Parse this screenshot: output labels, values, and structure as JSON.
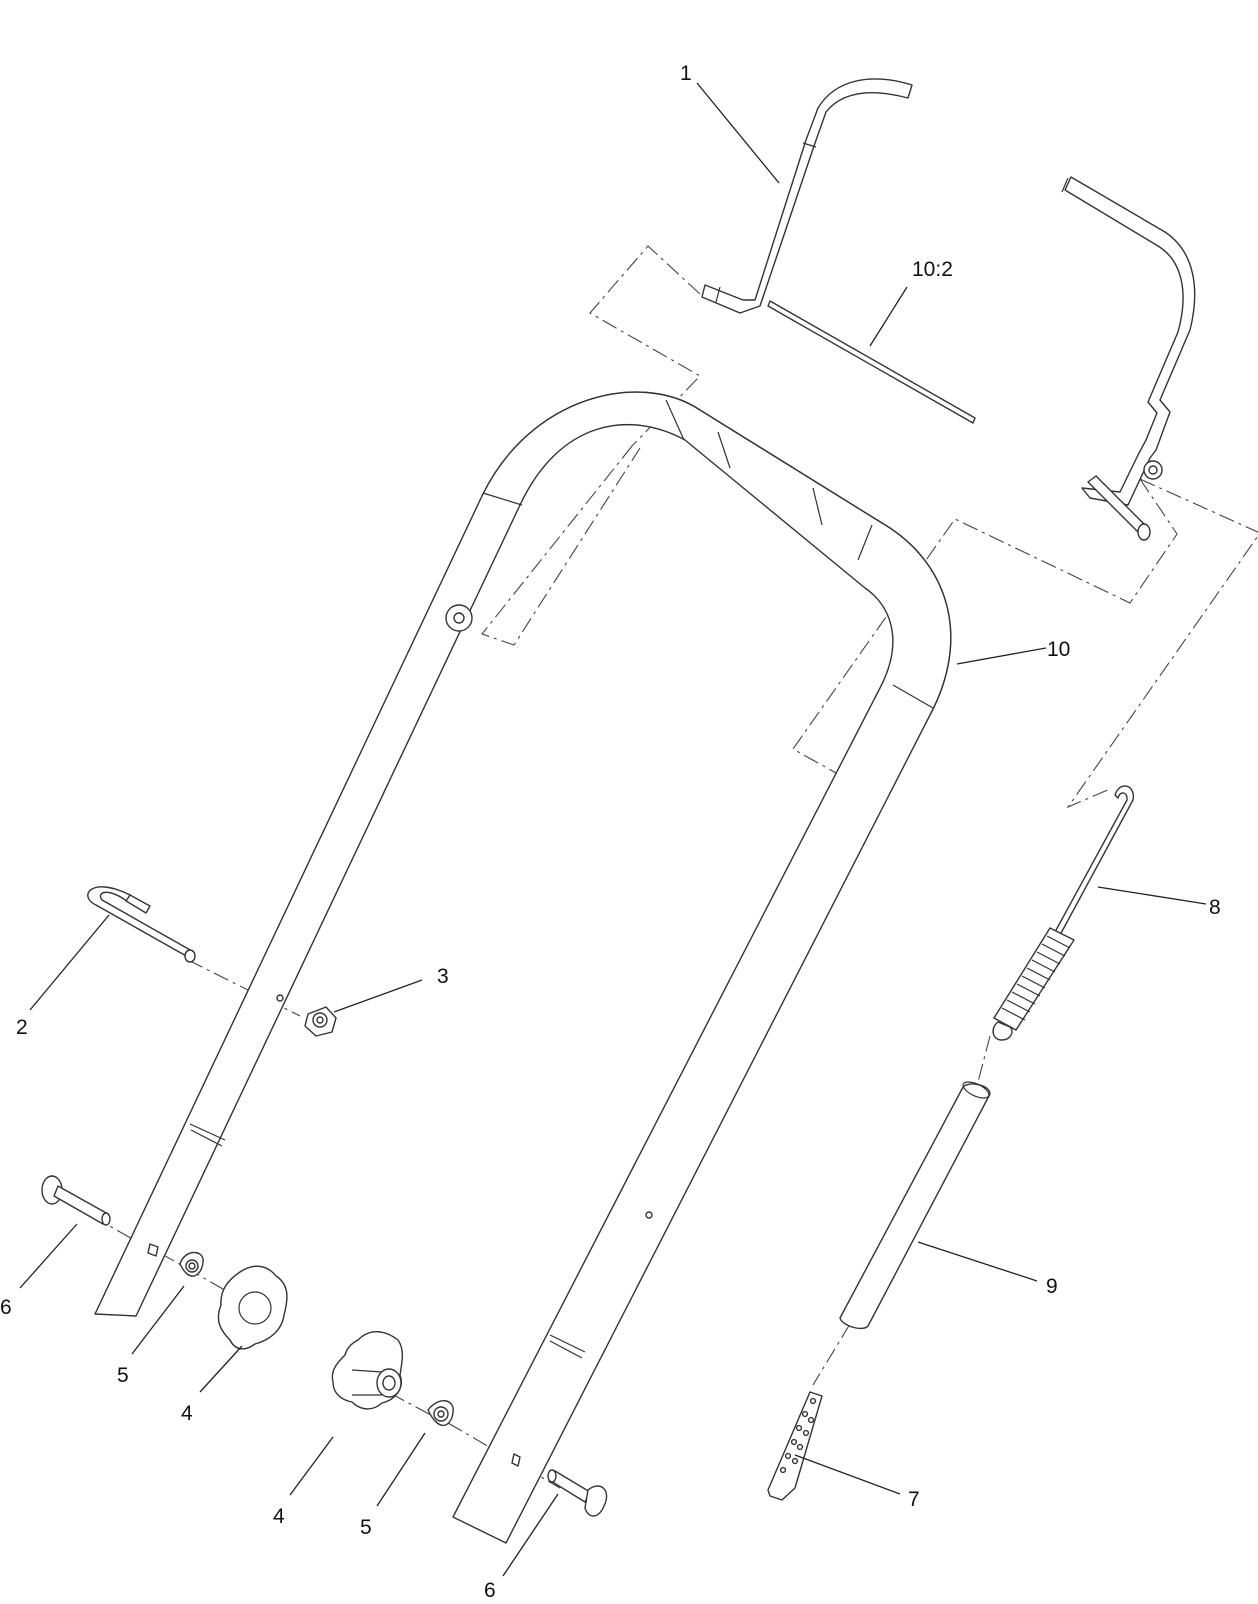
{
  "callouts": {
    "c1": "1",
    "c10_2": "10:2",
    "c10": "10",
    "c8": "8",
    "c3": "3",
    "c2": "2",
    "c9": "9",
    "c6_left": "6",
    "c5_left": "5",
    "c4_left": "4",
    "c4_right": "4",
    "c5_right": "5",
    "c6_right": "6",
    "c7": "7"
  }
}
